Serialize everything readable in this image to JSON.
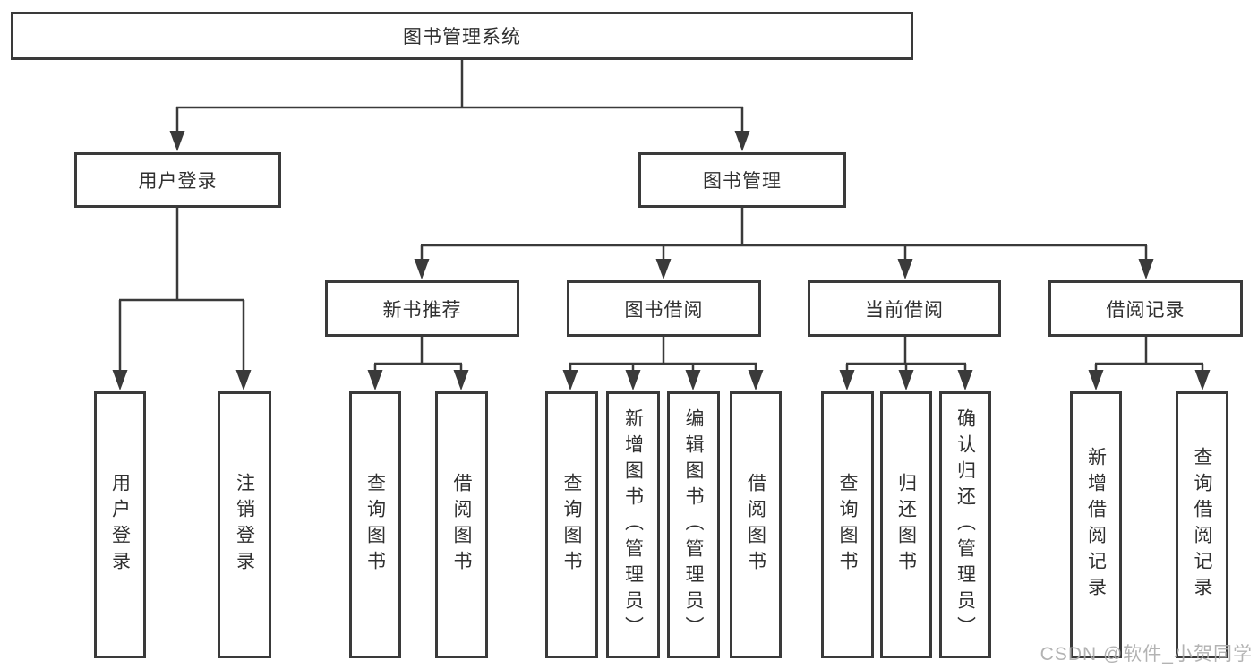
{
  "tree": {
    "label": "图书管理系统",
    "children": [
      {
        "label": "用户登录",
        "children": [
          {
            "label": "用户登录"
          },
          {
            "label": "注销登录"
          }
        ]
      },
      {
        "label": "图书管理",
        "children": [
          {
            "label": "新书推荐",
            "children": [
              {
                "label": "查询图书"
              },
              {
                "label": "借阅图书"
              }
            ]
          },
          {
            "label": "图书借阅",
            "children": [
              {
                "label": "查询图书"
              },
              {
                "label": "新增图书（管理员）"
              },
              {
                "label": "编辑图书（管理员）"
              },
              {
                "label": "借阅图书"
              }
            ]
          },
          {
            "label": "当前借阅",
            "children": [
              {
                "label": "查询图书"
              },
              {
                "label": "归还图书"
              },
              {
                "label": "确认归还（管理员）"
              }
            ]
          },
          {
            "label": "借阅记录",
            "children": [
              {
                "label": "新增借阅记录"
              },
              {
                "label": "查询借阅记录"
              }
            ]
          }
        ]
      }
    ]
  },
  "watermark": "CSDN @软件_小贺同学",
  "colors": {
    "line": "#3a3a3a",
    "box_border": "#3a3a3a",
    "text": "#303030",
    "watermark": "#ababab",
    "background": "#ffffff"
  }
}
